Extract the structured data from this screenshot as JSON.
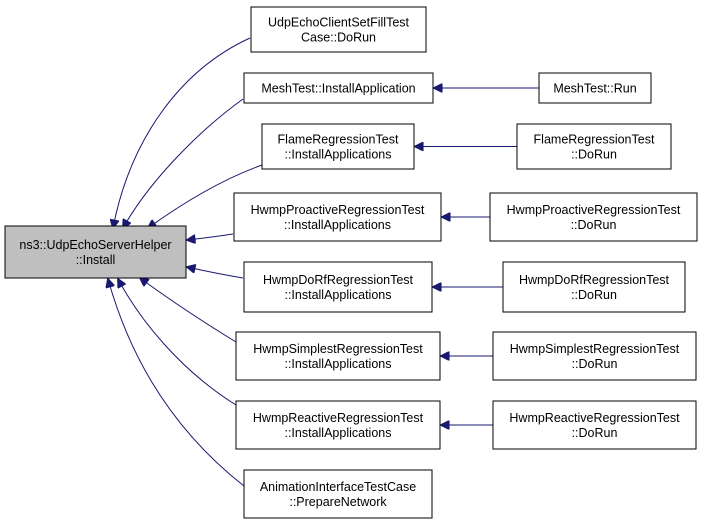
{
  "graph": {
    "root": {
      "id": "root",
      "lines": [
        "ns3::UdpEchoServerHelper",
        "::Install"
      ]
    },
    "callers": [
      {
        "id": "udpecho",
        "lines": [
          "UdpEchoClientSetFillTest",
          "Case::DoRun"
        ]
      },
      {
        "id": "mesh",
        "lines": [
          "MeshTest::InstallApplication"
        ]
      },
      {
        "id": "flame",
        "lines": [
          "FlameRegressionTest",
          "::InstallApplications"
        ]
      },
      {
        "id": "proactive",
        "lines": [
          "HwmpProactiveRegressionTest",
          "::InstallApplications"
        ]
      },
      {
        "id": "dorf",
        "lines": [
          "HwmpDoRfRegressionTest",
          "::InstallApplications"
        ]
      },
      {
        "id": "simplest",
        "lines": [
          "HwmpSimplestRegressionTest",
          "::InstallApplications"
        ]
      },
      {
        "id": "reactive",
        "lines": [
          "HwmpReactiveRegressionTest",
          "::InstallApplications"
        ]
      },
      {
        "id": "animation",
        "lines": [
          "AnimationInterfaceTestCase",
          "::PrepareNetwork"
        ]
      }
    ],
    "secondary": [
      {
        "id": "meshrun",
        "lines": [
          "MeshTest::Run"
        ],
        "calls": "mesh"
      },
      {
        "id": "flamerun",
        "lines": [
          "FlameRegressionTest",
          "::DoRun"
        ],
        "calls": "flame"
      },
      {
        "id": "proactiverun",
        "lines": [
          "HwmpProactiveRegressionTest",
          "::DoRun"
        ],
        "calls": "proactive"
      },
      {
        "id": "dorfrun",
        "lines": [
          "HwmpDoRfRegressionTest",
          "::DoRun"
        ],
        "calls": "dorf"
      },
      {
        "id": "simplestrun",
        "lines": [
          "HwmpSimplestRegressionTest",
          "::DoRun"
        ],
        "calls": "simplest"
      },
      {
        "id": "reactiverun",
        "lines": [
          "HwmpReactiveRegressionTest",
          "::DoRun"
        ],
        "calls": "reactive"
      }
    ]
  },
  "colors": {
    "edge": "#191970",
    "root_fill": "#bfbfbf",
    "node_fill": "#ffffff",
    "border": "#000000"
  }
}
